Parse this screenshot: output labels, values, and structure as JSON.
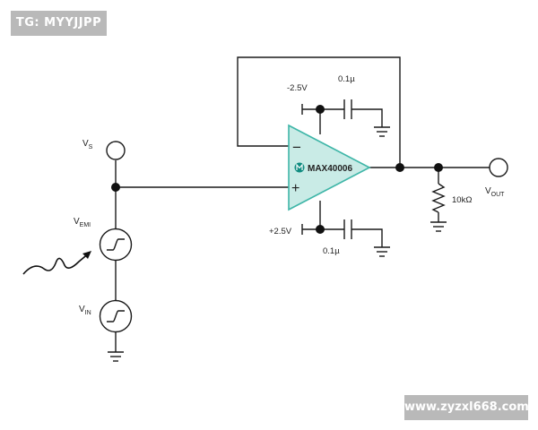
{
  "watermarks": {
    "top_left": "TG: MYYJJPP",
    "bottom_right": "www.zyzxl668.com"
  },
  "opamp": {
    "part": "MAX40006",
    "minus_sign": "−",
    "plus_sign": "+",
    "fill_color": "#c9ebe6",
    "stroke_color": "#3fb6a8"
  },
  "labels": {
    "vs": {
      "main": "V",
      "sub": "S"
    },
    "vemi": {
      "main": "V",
      "sub": "EMI"
    },
    "vin": {
      "main": "V",
      "sub": "IN"
    },
    "vout": {
      "main": "V",
      "sub": "OUT"
    },
    "neg_supply": "-2.5V",
    "pos_supply": "+2.5V",
    "cap_top": "0.1µ",
    "cap_bottom": "0.1µ",
    "resistor": "10kΩ"
  },
  "colors": {
    "wire": "#1a1a1a",
    "node": "#111111"
  }
}
